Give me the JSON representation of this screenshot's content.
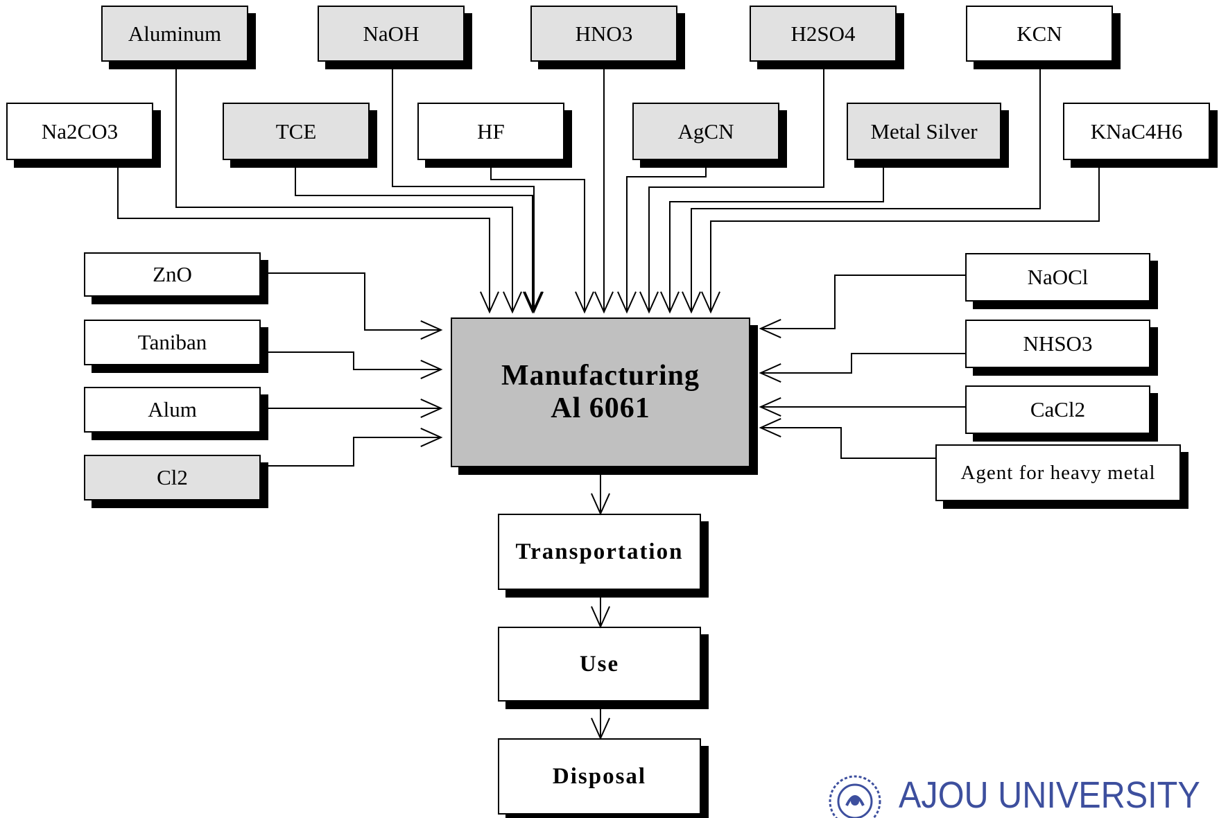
{
  "diagram": {
    "center": {
      "line1": "Manufacturing",
      "line2": "Al 6061"
    },
    "top_row": [
      "Aluminum",
      "NaOH",
      "HNO3",
      "H2SO4",
      "KCN"
    ],
    "second_row": [
      "Na2CO3",
      "TCE",
      "HF",
      "AgCN",
      "Metal Silver",
      "KNaC4H6"
    ],
    "left_inputs": [
      "ZnO",
      "Taniban",
      "Alum",
      "Cl2"
    ],
    "right_inputs": [
      "NaOCl",
      "NHSO3",
      "CaCl2",
      "Agent for heavy metal"
    ],
    "stages": [
      "Transportation",
      "Use",
      "Disposal"
    ],
    "shaded_inputs": [
      "Aluminum",
      "NaOH",
      "HNO3",
      "H2SO4",
      "TCE",
      "AgCN",
      "Metal Silver",
      "Cl2"
    ],
    "colors": {
      "shaded_box": "#e1e1e1",
      "center_box": "#c0c0c0",
      "shadow": "#000000"
    }
  },
  "logo": {
    "name": "AJOU UNIVERSITY",
    "color": "#3d4f9e"
  }
}
